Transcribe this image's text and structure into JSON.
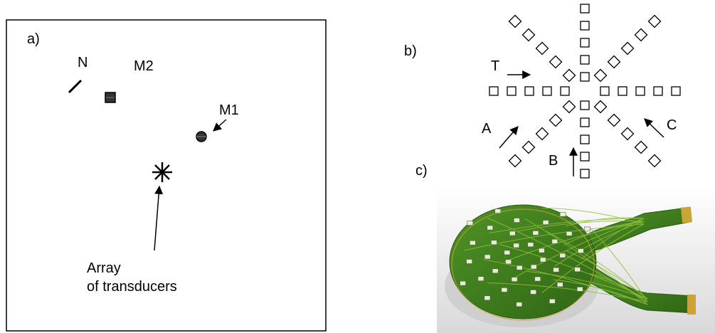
{
  "panel_a": {
    "label": "a)",
    "marker_n": "N",
    "marker_m2": "M2",
    "marker_m1": "M1",
    "array_label_line1": "Array",
    "array_label_line2": "of transducers"
  },
  "panel_b": {
    "label": "b)",
    "arrow_t": "T",
    "arrow_a": "A",
    "arrow_b": "B",
    "arrow_c": "C"
  },
  "panel_c": {
    "label": "c)"
  },
  "colors": {
    "pcb_green": "#3f7e1c",
    "pcb_trace": "#8fbf3a",
    "gold_contacts": "#c9a437"
  }
}
